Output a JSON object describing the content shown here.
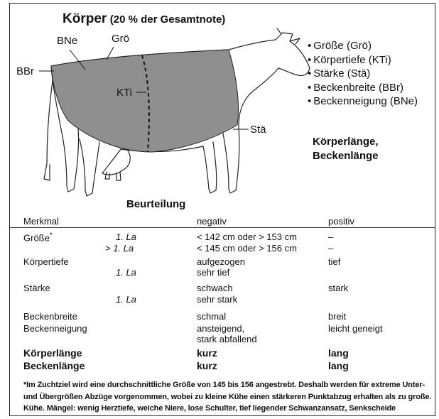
{
  "title": {
    "main": "Körper",
    "suffix": "(20 % der Gesamtnote)"
  },
  "labels": {
    "bne": "BNe",
    "gro": "Grö",
    "bbr": "BBr",
    "kti": "KTi",
    "sta": "Stä"
  },
  "traits": [
    "Größe (Grö)",
    "Körpertiefe (KTi)",
    "Stärke (Stä)",
    "Beckenbreite (BBr)",
    "Beckenneigung (BNe)"
  ],
  "koerperlaenge": {
    "line1": "Körperlänge,",
    "line2": "Beckenlänge"
  },
  "beurteilung": "Beurteilung",
  "table": {
    "headers": {
      "merkmal": "Merkmal",
      "negativ": "negativ",
      "positiv": "positiv"
    },
    "rows": [
      {
        "merkmal": "Größe",
        "sup": "*",
        "lak": "1. La",
        "negativ": "< 142 cm oder > 153 cm",
        "positiv": "–"
      },
      {
        "merkmal": "",
        "sup": "",
        "lak": "> 1. La",
        "negativ": "< 145 cm oder > 156 cm",
        "positiv": "–"
      },
      {
        "merkmal": "Körpertiefe",
        "sup": "",
        "lak": "",
        "negativ": "aufgezogen",
        "positiv": "tief"
      },
      {
        "merkmal": "",
        "sup": "",
        "lak": "1. La",
        "negativ": "sehr tief",
        "positiv": ""
      },
      {
        "merkmal": "Stärke",
        "sup": "",
        "lak": "",
        "negativ": "schwach",
        "positiv": "stark"
      },
      {
        "merkmal": "",
        "sup": "",
        "lak": "1. La",
        "negativ": "sehr stark",
        "positiv": ""
      },
      {
        "merkmal": "Beckenbreite",
        "sup": "",
        "lak": "",
        "negativ": "schmal",
        "positiv": "breit"
      },
      {
        "merkmal": "Beckenneigung",
        "sup": "",
        "lak": "",
        "negativ": "ansteigend,",
        "positiv": "leicht geneigt"
      },
      {
        "merkmal": "",
        "sup": "",
        "lak": "",
        "negativ": "stark abfallend",
        "positiv": ""
      },
      {
        "merkmal": "Körperlänge",
        "sup": "",
        "lak": "",
        "negativ": "kurz",
        "positiv": "lang"
      },
      {
        "merkmal": "Beckenlänge",
        "sup": "",
        "lak": "",
        "negativ": "kurz",
        "positiv": "lang"
      }
    ]
  },
  "footnote": {
    "line1": "*Im Zuchtziel wird eine durchschnittliche Größe von 145 bis 156 angestrebt. Deshalb werden für extreme Unter-",
    "line2": "und Übergrößen Abzüge vorgenommen, wobei zu kleine Kühe einen stärkeren Punktabzug erhalten als zu große.",
    "line3": "Kühe. Mängel: wenig Herztiefe, weiche Niere, lose Schulter, tief liegender Schwanzansatz, Senkscheide"
  },
  "colors": {
    "shade": "#8f8f8f",
    "outline": "#222222",
    "text": "#111111"
  },
  "icons": [
    "cow-outline-illustration"
  ]
}
